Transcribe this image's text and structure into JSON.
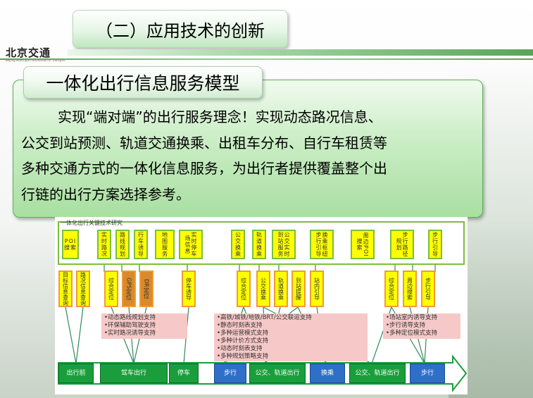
{
  "header": {
    "section_title": "（二）应用技术的创新",
    "logo_text": "北京交通",
    "logo_subtext": "Beijing Municipal Commission of Transport"
  },
  "main": {
    "subtitle": "一体化出行信息服务模型",
    "paragraph_lines": [
      "实现“端对端”的出行服务理念！实现动态路况信息、",
      "公交到站预测、轨道交通换乘、出租车分布、自行车租赁等",
      "多种交通方式的一体化信息服务，为出行者提供覆盖整个出",
      "行链的出行方案选择参考。"
    ]
  },
  "diagram": {
    "frame_title": "一体化出行关键技术研究",
    "top_boxes": [
      "POI搜索",
      "实时路况",
      "路线规划",
      "行车诱导",
      "地图服务",
      "实时停车场信息",
      "公交换乘",
      "轨道换乘",
      "公交实时到站服务",
      "换乘枢纽步行引导",
      "周边POI搜索",
      "步行路径规划",
      "步行引导"
    ],
    "mid_boxes": [
      "目标信息查询",
      "路况信息查询",
      "综合定位",
      "GPS定位",
      "DR定位",
      "停车诱导",
      "综合定位",
      "公交换乘",
      "轨道换乘",
      "到站提醒",
      "站内引导",
      "综合定位",
      "周边搜索",
      "步行引导"
    ],
    "support_groups": [
      [
        "•动态路线规划支持",
        "•环保辅助驾驶支持",
        "•实时路况诱导支持"
      ],
      [
        "•高铁/城铁/地铁/BRT/公交联运支持",
        "•静态时刻表支持",
        "•多种运营模式支持",
        "•多种计价方式支持",
        "•动态时刻表支持",
        "•多种规划策略支持"
      ],
      [
        "•场站室内诱导支持",
        "•步行诱导支持",
        "•多种定位模式支持"
      ]
    ],
    "bottom_buttons": [
      "出行前",
      "驾车出行",
      "停车",
      "步行",
      "公交、轨道出行",
      "换乘",
      "公交、轨道出行",
      "步行"
    ]
  }
}
